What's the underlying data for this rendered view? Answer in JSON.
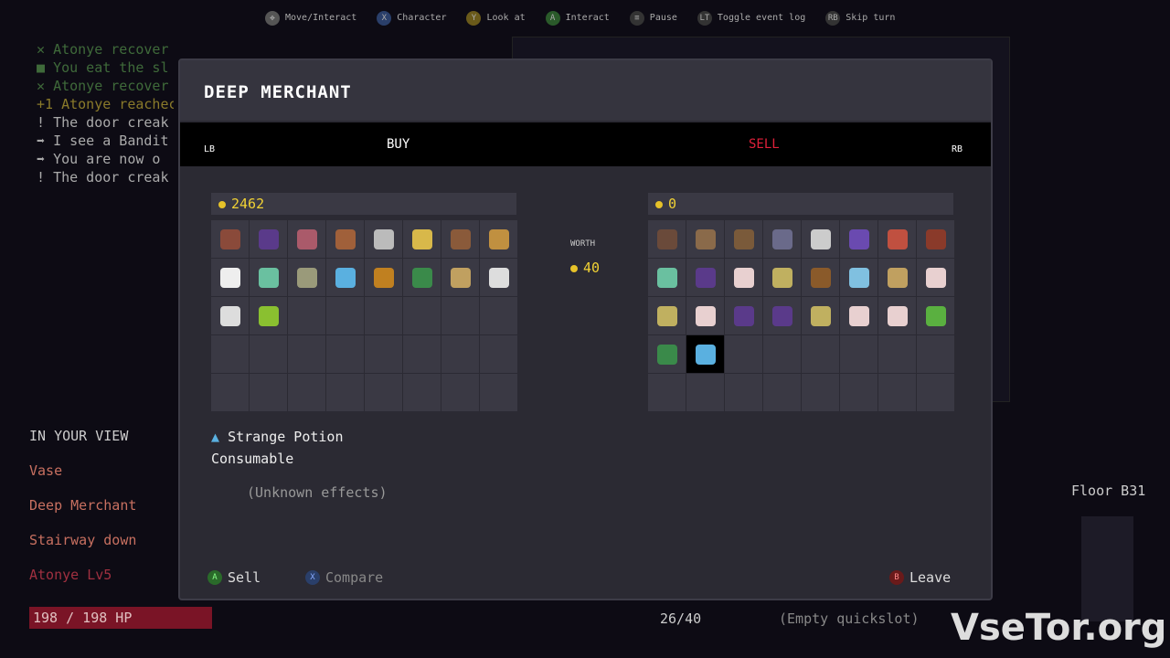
{
  "hints": [
    {
      "btn": "✥",
      "label": "Move/Interact",
      "color": "#555"
    },
    {
      "btn": "X",
      "label": "Character",
      "color": "#2a3f6a"
    },
    {
      "btn": "Y",
      "label": "Look at",
      "color": "#6a5a1a"
    },
    {
      "btn": "A",
      "label": "Interact",
      "color": "#2a5a2a"
    },
    {
      "btn": "≡",
      "label": "Pause",
      "color": "#333"
    },
    {
      "btn": "LT",
      "label": "Toggle event log",
      "color": "#333"
    },
    {
      "btn": "RB",
      "label": "Skip turn",
      "color": "#333"
    }
  ],
  "log": [
    {
      "icon": "✕",
      "text": "Atonye recover",
      "color": "#3f6a3a"
    },
    {
      "icon": "■",
      "text": "You eat the sl",
      "color": "#3f6a3a"
    },
    {
      "icon": "✕",
      "text": "Atonye recover",
      "color": "#3f6a3a"
    },
    {
      "icon": "+1",
      "text": "Atonye reachec",
      "color": "#8a7a2a"
    },
    {
      "icon": "!",
      "text": "The door creak",
      "color": "#aaa"
    },
    {
      "icon": "➡",
      "text": "I see a Bandit",
      "color": "#aaa"
    },
    {
      "icon": "➡",
      "text": "You are now o",
      "color": "#aaa"
    },
    {
      "icon": "!",
      "text": "The door creak",
      "color": "#aaa"
    }
  ],
  "view": {
    "heading": "IN YOUR VIEW",
    "items": [
      "Vase",
      "Deep Merchant",
      "Stairway down"
    ]
  },
  "player": {
    "name": "Atonye Lv5",
    "hp": "198 / 198 HP",
    "inventory": "26/40",
    "quickslot": "(Empty quickslot)"
  },
  "dialog": {
    "title": "DEEP MERCHANT",
    "tab_buy": "BUY",
    "tab_sell": "SELL",
    "lb": "LB",
    "rb": "RB",
    "merchant_gold": "2462",
    "player_gold": "0",
    "worth_label": "WORTH",
    "worth_value": "40",
    "buy_items": [
      [
        "bow",
        "#8a4a3a"
      ],
      [
        "grapes",
        "#5a3a8a"
      ],
      [
        "trap",
        "#aa5a6a"
      ],
      [
        "club",
        "#a0603a"
      ],
      [
        "key",
        "#bbbbbb"
      ],
      [
        "scroll",
        "#d8b84a"
      ],
      [
        "barrel",
        "#8a5a3a"
      ],
      [
        "staff",
        "#c09040"
      ],
      [
        "skull",
        "#eeeeee"
      ],
      [
        "green-potion",
        "#6ac0a0"
      ],
      [
        "leg-armor",
        "#9a9a7a"
      ],
      [
        "blue-potion",
        "#5ab0e0"
      ],
      [
        "tome",
        "#c08020"
      ],
      [
        "leaf",
        "#3a8a4a"
      ],
      [
        "map-scroll",
        "#c0a060"
      ],
      [
        "chest-armor",
        "#dddddd"
      ],
      [
        "bone-legs",
        "#dddddd"
      ],
      [
        "slime",
        "#8ac030"
      ]
    ],
    "sell_items": [
      [
        "hat",
        "#6a4a3a"
      ],
      [
        "tunic",
        "#8a6a4a"
      ],
      [
        "pants",
        "#7a5a3a"
      ],
      [
        "bat-wing",
        "#6a6a8a"
      ],
      [
        "ring",
        "#cccccc"
      ],
      [
        "purple-book",
        "#6a4ab0"
      ],
      [
        "red-book",
        "#c05040"
      ],
      [
        "wand",
        "#8a3a2a"
      ],
      [
        "green-potion",
        "#6ac0a0"
      ],
      [
        "grapes",
        "#5a3a8a"
      ],
      [
        "eye",
        "#e8d0d0"
      ],
      [
        "scroll",
        "#c0b060"
      ],
      [
        "seed",
        "#8a5a2a"
      ],
      [
        "bottle",
        "#80c0e0"
      ],
      [
        "rune-scroll",
        "#c0a060"
      ],
      [
        "eye",
        "#e8d0d0"
      ],
      [
        "scroll",
        "#c0b060"
      ],
      [
        "eye",
        "#e8d0d0"
      ],
      [
        "grapes",
        "#5a3a8a"
      ],
      [
        "grapes",
        "#5a3a8a"
      ],
      [
        "scroll",
        "#c0b060"
      ],
      [
        "eye",
        "#e8d0d0"
      ],
      [
        "eye",
        "#e8d0d0"
      ],
      [
        "cabbage",
        "#5ab040"
      ],
      [
        "leaf",
        "#3a8a4a"
      ],
      [
        "blue-potion",
        "#5ab0e0"
      ]
    ],
    "selected": {
      "name": "Strange Potion",
      "type": "Consumable",
      "effects": "(Unknown effects)"
    },
    "sell_label": "Sell",
    "compare_label": "Compare",
    "leave_label": "Leave"
  },
  "floor": "Floor B31",
  "watermark": "VseTor.org"
}
